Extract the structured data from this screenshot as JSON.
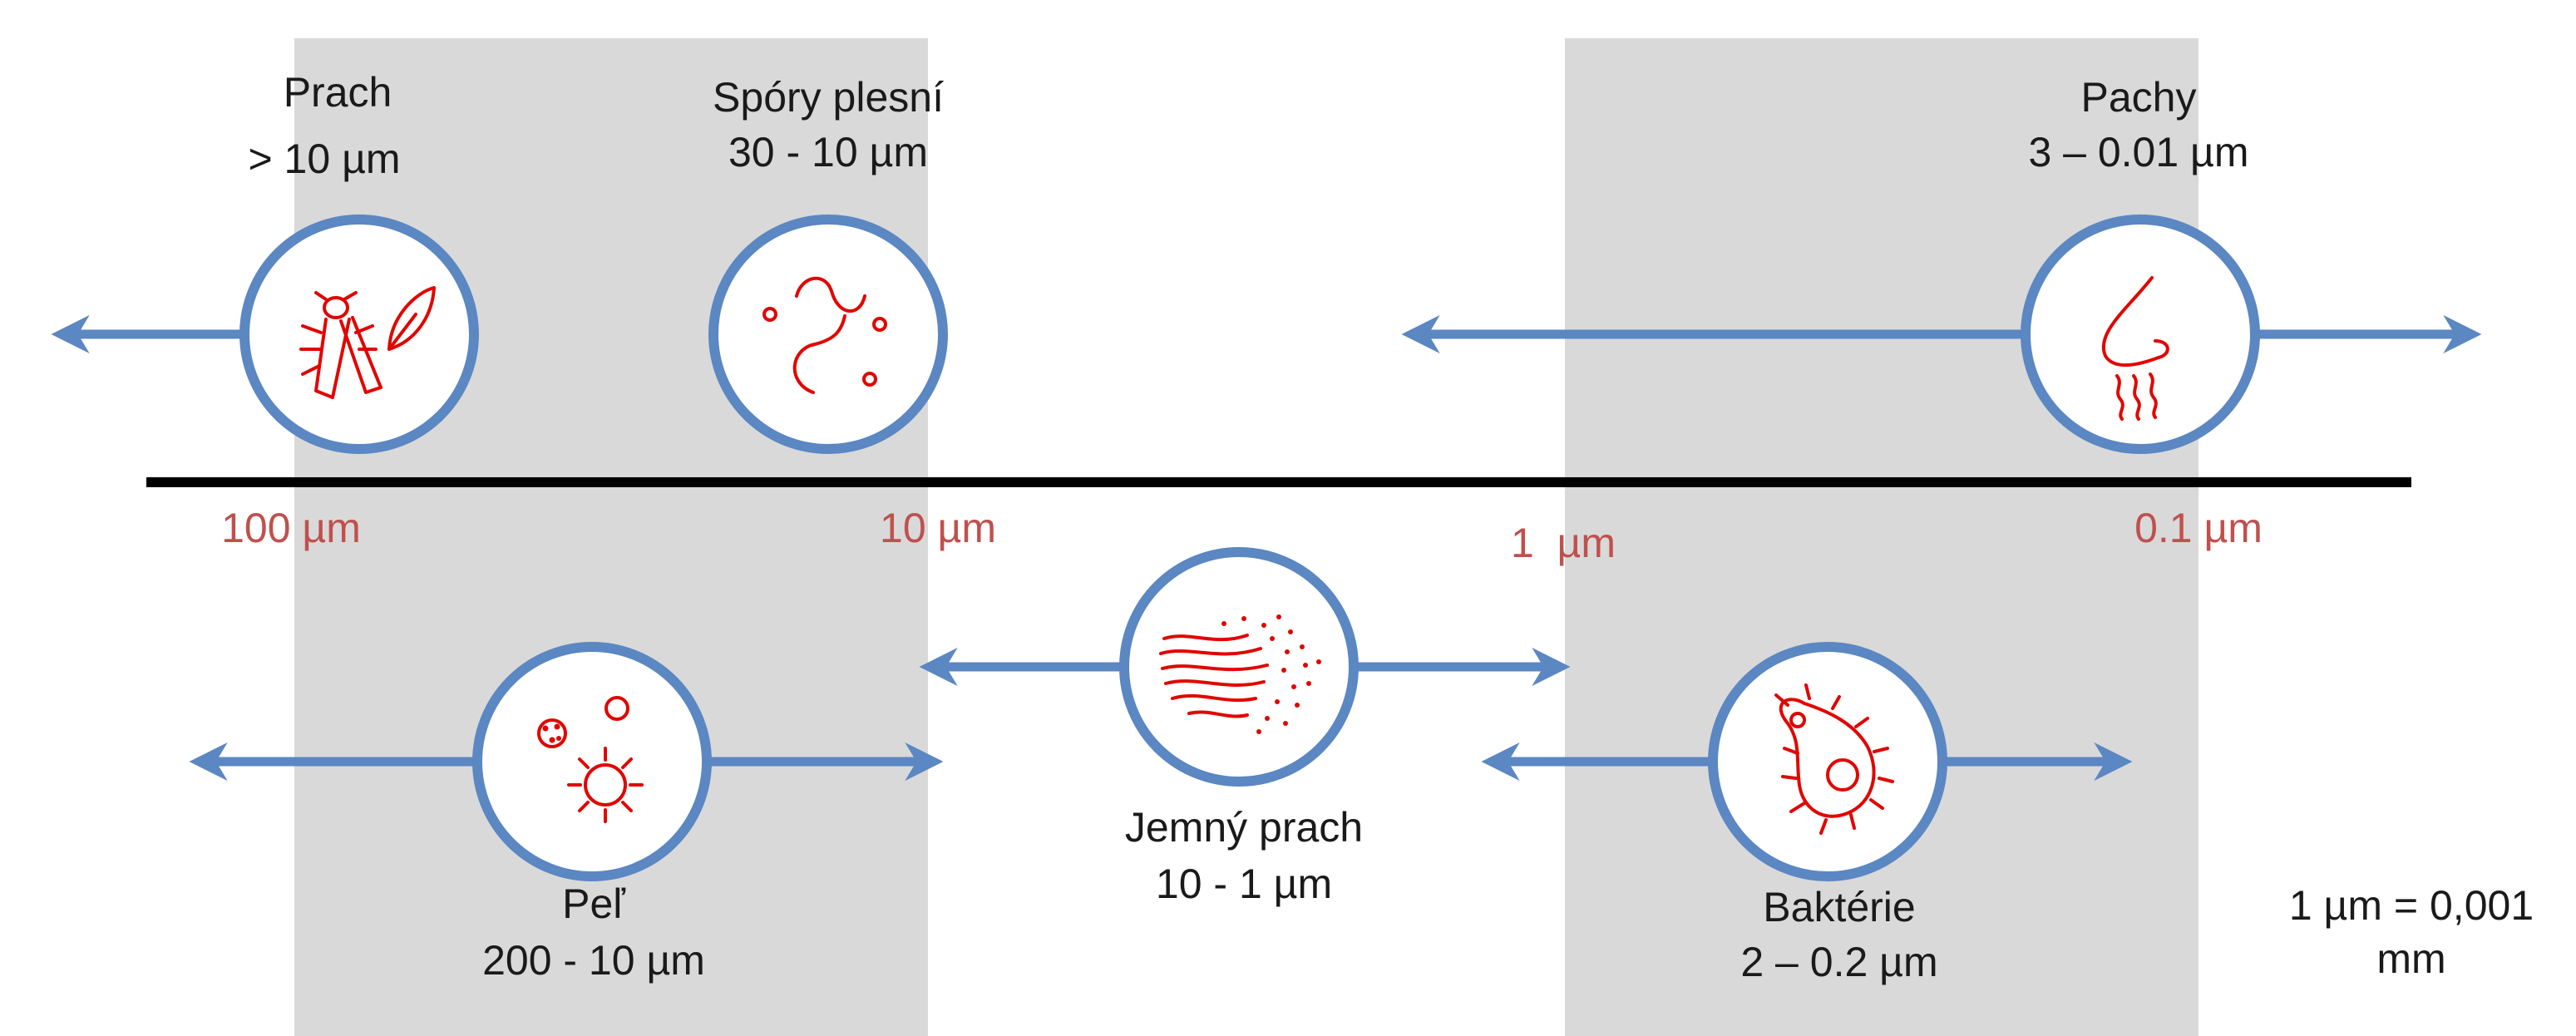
{
  "scale_ticks": [
    {
      "id": "tick-100um",
      "label": "100 µm"
    },
    {
      "id": "tick-10um",
      "label": "10 µm"
    },
    {
      "id": "tick-1um",
      "label": "1  µm"
    },
    {
      "id": "tick-0-1um",
      "label": "0.1 µm"
    }
  ],
  "particles": {
    "prach": {
      "name": "Prach",
      "range": "> 10 µm",
      "icon": "dust-mite-feather-icon"
    },
    "spory": {
      "name": "Spóry plesní",
      "range": "30 - 10 µm",
      "icon": "mold-spores-icon"
    },
    "pachy": {
      "name": "Pachy",
      "range": "3 – 0.01 µm",
      "icon": "nose-smell-icon"
    },
    "pel": {
      "name": "Peľ",
      "range": "200 - 10 µm",
      "icon": "pollen-icon"
    },
    "jemny_prach": {
      "name": "Jemný prach",
      "range": "10 - 1 µm",
      "icon": "fine-dust-icon"
    },
    "bakterie": {
      "name": "Baktérie",
      "range": "2 – 0.2 µm",
      "icon": "bacteria-icon"
    }
  },
  "unit_note": {
    "line1": "1 µm = 0,001",
    "line2": "mm"
  },
  "colors": {
    "band": "#d9d9d9",
    "arrow": "#5b87c2",
    "icon": "#e10600",
    "tick_label": "#c0504d",
    "axis": "#000000"
  }
}
